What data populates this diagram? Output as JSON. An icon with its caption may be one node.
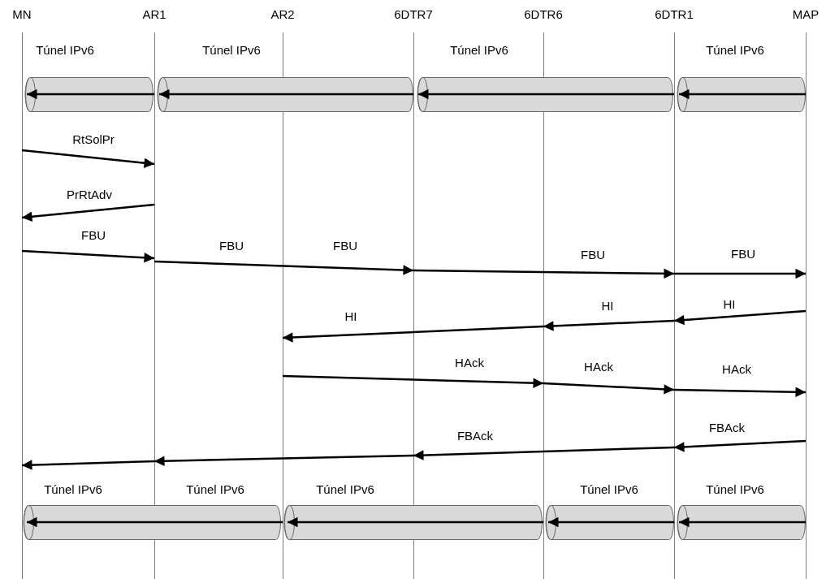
{
  "diagram": {
    "nodes": [
      {
        "text": [
          "MN"
        ]
      },
      {
        "text": [
          "AR1"
        ]
      },
      {
        "text": [
          "AR2"
        ]
      },
      {
        "text": [
          "6DTR7"
        ]
      },
      {
        "text": [
          "6DTR6"
        ]
      },
      {
        "text": [
          "6DTR1"
        ]
      },
      {
        "text": [
          "MAP"
        ]
      }
    ],
    "edges": [
      {
        "from": 1,
        "to": 0,
        "arrow": "to"
      },
      {
        "from": 3,
        "to": 1,
        "arrow": "to"
      },
      {
        "from": 5,
        "to": 3,
        "arrow": "to"
      },
      {
        "from": 6,
        "to": 5,
        "arrow": "to"
      },
      {
        "from": 0,
        "to": 1,
        "arrow": "to",
        "label": "RtSolPr"
      },
      {
        "from": 1,
        "to": 0,
        "arrow": "to",
        "label": "PrRtAdv"
      },
      {
        "from": 0,
        "to": 1,
        "arrow": "to",
        "label": "FBU"
      },
      {
        "from": 1,
        "to": 3,
        "arrow": "to",
        "label": "FBU"
      },
      {
        "from": 3,
        "to": 5,
        "arrow": "to",
        "label": "FBU"
      },
      {
        "from": 5,
        "to": 6,
        "arrow": "to",
        "label": "FBU"
      },
      {
        "from": 6,
        "to": 5,
        "arrow": "to",
        "label": "HI"
      },
      {
        "from": 5,
        "to": 4,
        "arrow": "to",
        "label": "HI"
      },
      {
        "from": 4,
        "to": 2,
        "arrow": "to",
        "label": "HI"
      },
      {
        "from": 2,
        "to": 4,
        "arrow": "to",
        "label": "HAck"
      },
      {
        "from": 4,
        "to": 5,
        "arrow": "to",
        "label": "HAck"
      },
      {
        "from": 5,
        "to": 6,
        "arrow": "to",
        "label": "HAck"
      },
      {
        "from": 6,
        "to": 5,
        "arrow": "to",
        "label": "FBAck"
      },
      {
        "from": 5,
        "to": 3,
        "arrow": "to",
        "label": "FBAck"
      },
      {
        "from": 3,
        "to": 1,
        "arrow": "to"
      },
      {
        "from": 1,
        "to": 0,
        "arrow": "to"
      },
      {
        "from": 2,
        "to": 0,
        "arrow": "to"
      },
      {
        "from": 4,
        "to": 2,
        "arrow": "to"
      },
      {
        "from": 5,
        "to": 4,
        "arrow": "to"
      },
      {
        "from": 6,
        "to": 5,
        "arrow": "to"
      }
    ],
    "labels": [
      "Túnel IPv6",
      "Túnel IPv6",
      "Túnel IPv6",
      "Túnel IPv6",
      "FBU",
      "Túnel IPv6",
      "Túnel IPv6",
      "Túnel IPv6",
      "Túnel IPv6",
      "Túnel IPv6"
    ]
  }
}
